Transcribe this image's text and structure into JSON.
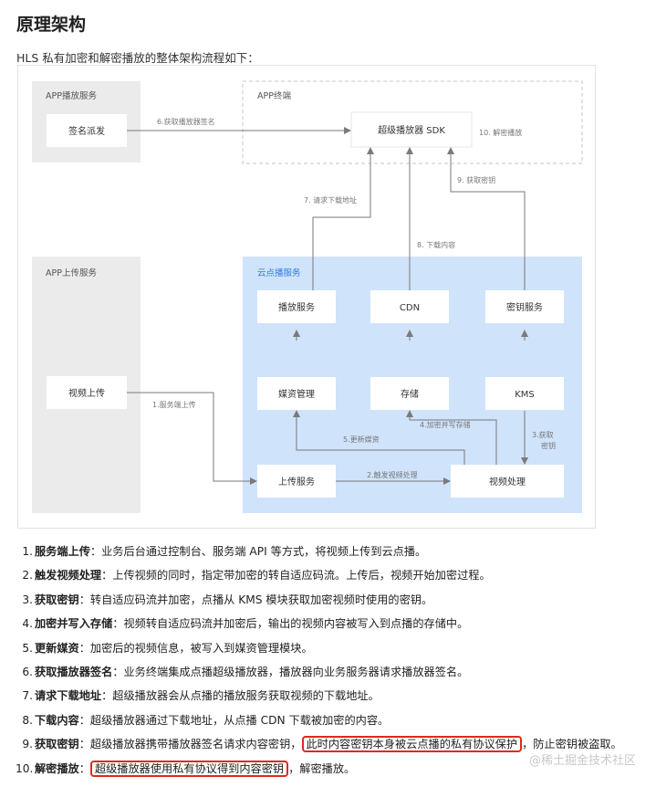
{
  "heading": "原理架构",
  "intro": "HLS 私有加密和解密播放的整体架构流程如下：",
  "diagram": {
    "app_play_service": "APP播放服务",
    "sign_issue": "签名派发",
    "app_terminal": "APP终端",
    "player_sdk": "超级播放器  SDK",
    "app_upload_service": "APP上传服务",
    "video_upload": "视频上传",
    "vod_service": "云点播服务",
    "play_service": "播放服务",
    "cdn": "CDN",
    "key_service": "密钥服务",
    "media_manage": "媒资管理",
    "storage": "存储",
    "kms": "KMS",
    "upload_service": "上传服务",
    "video_process": "视频处理",
    "arrows": {
      "a1": "1.服务端上传",
      "a2": "2.触发视频处理",
      "a3_line1": "3.获取",
      "a3_line2": "密钥",
      "a4": "4.加密并写存储",
      "a5": "5.更新媒资",
      "a6": "6.获取播放器签名",
      "a7": "7. 请求下载地址",
      "a8": "8. 下载内容",
      "a9": "9. 获取密钥",
      "a10": "10. 解密播放"
    }
  },
  "steps": [
    {
      "num": "1.",
      "title": "服务端上传",
      "text": "：业务后台通过控制台、服务端 API 等方式，将视频上传到云点播。"
    },
    {
      "num": "2.",
      "title": "触发视频处理",
      "text": "：上传视频的同时，指定带加密的转自适应码流。上传后，视频开始加密过程。"
    },
    {
      "num": "3.",
      "title": "获取密钥",
      "text": "：转自适应码流并加密，点播从 KMS 模块获取加密视频时使用的密钥。"
    },
    {
      "num": "4.",
      "title": "加密并写入存储",
      "text": "：视频转自适应码流并加密后，输出的视频内容被写入到点播的存储中。"
    },
    {
      "num": "5.",
      "title": "更新媒资",
      "text": "：加密后的视频信息，被写入到媒资管理模块。"
    },
    {
      "num": "6.",
      "title": "获取播放器签名",
      "text": "：业务终端集成点播超级播放器，播放器向业务服务器请求播放器签名。"
    },
    {
      "num": "7.",
      "title": "请求下载地址",
      "text": "：超级播放器会从点播的播放服务获取视频的下载地址。"
    },
    {
      "num": "8.",
      "title": "下载内容",
      "text": "：超级播放器通过下载地址，从点播 CDN 下载被加密的内容。"
    },
    {
      "num": "9.",
      "title": "获取密钥",
      "text": "：超级播放器携带播放器签名请求内容密钥，",
      "highlight": "此时内容密钥本身被云点播的私有协议保护",
      "after": "，防止密钥被盗取。"
    },
    {
      "num": "10.",
      "title": "解密播放",
      "text": "：",
      "highlight": "超级播放器使用私有协议得到内容密钥",
      "after": "，解密播放。"
    }
  ],
  "watermark": "@稀土掘金技术社区"
}
